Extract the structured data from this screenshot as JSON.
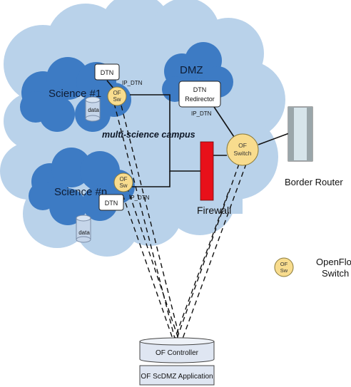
{
  "campus": {
    "label": "multi-science campus",
    "cloud_color": "#b9d2ea",
    "inner_cloud_color": "#3d7bc4"
  },
  "science1": {
    "label": "Science #1",
    "dtn": "DTN",
    "ip": "IP_DTN",
    "switch": [
      "OF",
      "Sw"
    ],
    "storage": "data"
  },
  "sciencen": {
    "label": "Science #n",
    "dtn": "DTN",
    "ip": "IP_DTN",
    "switch": [
      "OF",
      "Sw"
    ],
    "storage": "data"
  },
  "dmz": {
    "label": "DMZ",
    "redirector": [
      "DTN",
      "Redirector"
    ],
    "ip": "IP_DTN"
  },
  "core_switch": [
    "OF",
    "Switch"
  ],
  "firewall": {
    "label": "Firewall",
    "color": "#e8101a"
  },
  "border_router": {
    "label": "Border Router"
  },
  "legend": {
    "icon": [
      "OF",
      "Sw"
    ],
    "label": [
      "OpenFlow",
      "Switch"
    ]
  },
  "controller": {
    "top": "OF Controller",
    "bottom": "OF ScDMZ Application"
  },
  "colors": {
    "switch_fill": "#f8dc8e",
    "switch_stroke": "#8a7a3a",
    "db_fill": "#c6d6ea",
    "router_fill": "#d6e4ea",
    "controller_fill": "#dfe6f2"
  }
}
